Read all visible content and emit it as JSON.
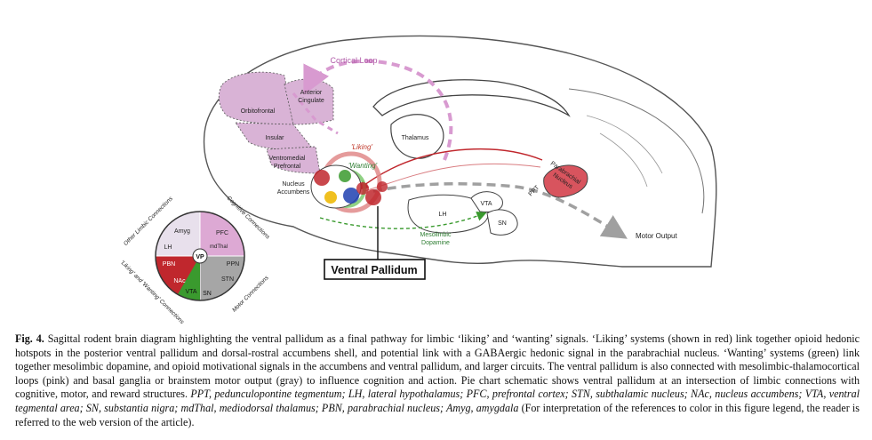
{
  "figure": {
    "labels": {
      "cortical_loop": "Cortical Loop",
      "anterior_cingulate_1": "Anterior",
      "anterior_cingulate_2": "Cingulate",
      "orbitofrontal": "Orbitofrontal",
      "insular": "Insular",
      "ventromedial_1": "Ventromedial",
      "ventromedial_2": "Prefrontal",
      "thalamus": "Thalamus",
      "liking": "'Liking'",
      "wanting": "'Wanting'",
      "nucleus_1": "Nucleus",
      "nucleus_2": "Accumbens",
      "parabrachial_1": "Parabrachial",
      "parabrachial_2": "Nucleus",
      "ppt": "PPT",
      "vta": "VTA",
      "sn": "SN",
      "lh": "LH",
      "mesolimbic_1": "Mesolimbic",
      "mesolimbic_2": "Dopamine",
      "motor_output": "Motor Output",
      "ventral_pallidum": "Ventral Pallidum"
    },
    "pie": {
      "center": "VP",
      "arc_labels": {
        "other_limbic": "Other Limbic Connections",
        "cognitive": "Cognitive Connections",
        "motor": "Motor Connections",
        "liking_wanting": "'Liking' and 'Wanting' Connections"
      },
      "segments": {
        "amyg": "Amyg",
        "lh": "LH",
        "pfc": "PFC",
        "mdthal": "mdThal",
        "ppn": "PPN",
        "stn": "STN",
        "pbn": "PBN",
        "nac": "NAc",
        "vta": "VTA",
        "sn": "SN"
      },
      "colors": {
        "other_limbic": "#e8e0ec",
        "cognitive": "#dda9d4",
        "motor": "#a6a6a6",
        "liking": "#c0272d",
        "wanting": "#3a9a2e"
      }
    }
  },
  "caption": {
    "label": "Fig. 4.",
    "p1": " Sagittal rodent brain diagram highlighting the ventral pallidum as a final pathway for limbic ‘liking’ and ‘wanting’ signals. ‘Liking’ systems (shown in red) link together opioid hedonic hotspots in the posterior ventral pallidum and dorsal-rostral accumbens shell, and potential link with a GABAergic hedonic signal in the parabrachial nucleus. ‘Wanting’ systems (green) link together mesolimbic dopamine, and opioid motivational signals in the accumbens and ventral pallidum, and larger circuits. The ventral pallidum is also connected with mesolimbic-thalamocortical loops (pink) and basal ganglia or brainstem motor output (gray) to influence cognition and action. Pie chart schematic shows ventral pallidum at an intersection of limbic connections with cognitive, motor, and reward structures. ",
    "abbr1": "PPT, pedunculopontine tegmentum; LH, lateral hypothalamus; PFC, prefrontal cortex; STN, subthalamic nucleus; NAc, nucleus accumbens; VTA, ventral tegmental area; SN, substantia nigra; mdThal, mediodorsal thalamus; PBN, parabrachial nucleus; Amyg, amygdala",
    "p2": " (For interpretation of the references to color in this figure legend, the reader is referred to the web version of the article)."
  }
}
